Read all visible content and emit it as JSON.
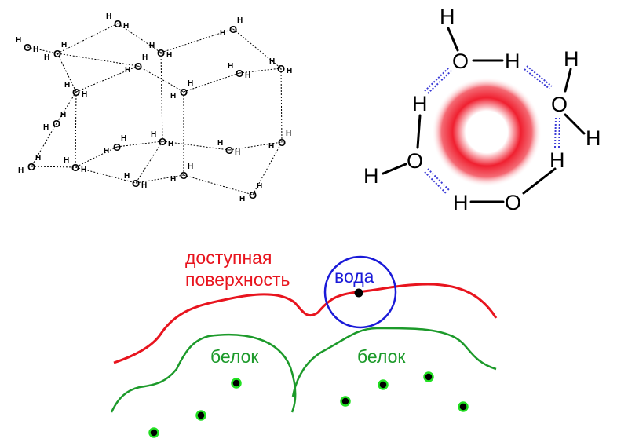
{
  "atoms": {
    "oxygen": "O",
    "hydrogen": "H"
  },
  "labels": {
    "surface_line1": "доступная",
    "surface_line2": "поверхность",
    "water": "вода",
    "protein_left": "белок",
    "protein_right": "белок"
  },
  "colors": {
    "surface": "#e8141e",
    "water": "#1a1ad8",
    "protein": "#1c9a2a",
    "hbond": "#3b3bd6"
  }
}
